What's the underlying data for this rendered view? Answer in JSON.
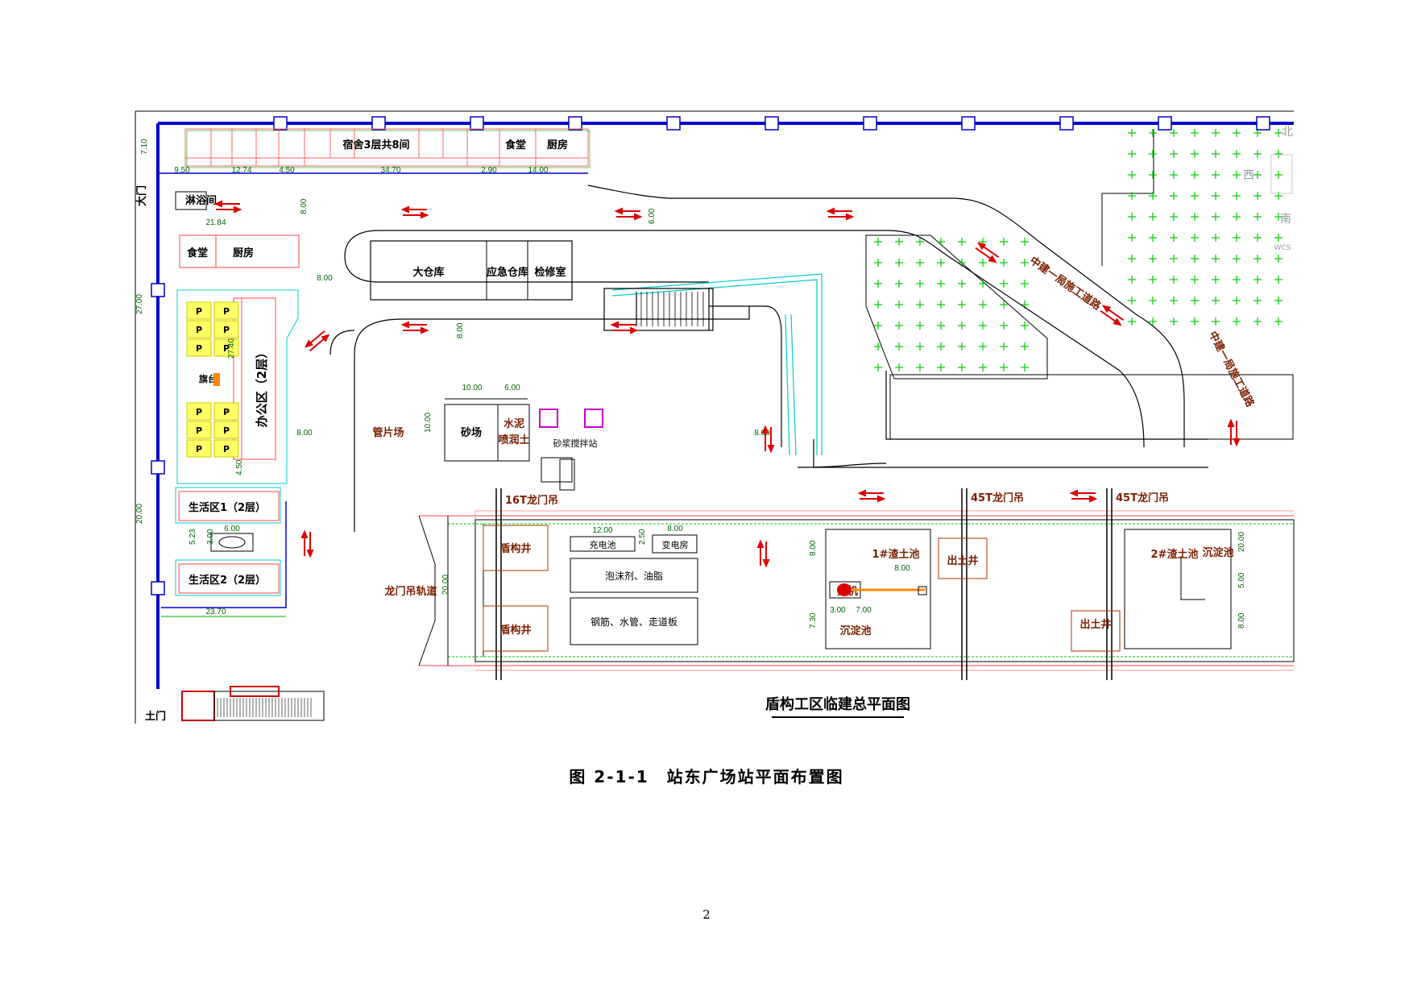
{
  "drawing": {
    "title": "盾构工区临建总平面图",
    "north_labels": {
      "north": "北",
      "west": "西",
      "south": "南",
      "wcs": "WCS"
    },
    "gates": {
      "main_gate": "大门",
      "earth_gate": "土门"
    },
    "areas": {
      "warehouse": "大仓库",
      "emergency_store": "应急仓库",
      "maintenance_room": "检修室",
      "canteen_top": "食堂",
      "kitchen_top": "厨房",
      "dormitory": "宿舍3层共8间",
      "canteen_left": "食堂",
      "kitchen_left": "厨房",
      "wash_room": "淋浴间",
      "office": "办公区（2层）",
      "flag": "旗台",
      "living1": "生活区1（2层）",
      "living2": "生活区2（2层）",
      "segment_yard": "管片场",
      "sand_yard": "砂场",
      "cement": "水泥",
      "cement2": "喷润土",
      "mortar_station": "砂浆搅拌站",
      "crane16": "16T龙门吊",
      "crane45a": "45T龙门吊",
      "crane45b": "45T龙门吊",
      "crane_track": "龙门吊轨道",
      "shield_well1": "盾构井",
      "shield_well2": "盾构井",
      "charging_pool": "充电池",
      "substation": "变电房",
      "foam_area": "泡沫剂、油脂",
      "steel_area": "钢筋、水管、走道板",
      "muck_pool1": "1#渣土池",
      "muck_pool2": "2#渣土池",
      "excavator": "挖机",
      "settle_pool1": "沉淀池",
      "settle_pool2": "沉淀池",
      "exit_well1": "出土井",
      "exit_well2": "出土井",
      "road_label1": "中建一局施工道路",
      "road_label2": "中建一局施工道路",
      "parking": "P"
    },
    "dims": [
      "7.10",
      "9.50",
      "12.74",
      "4.50",
      "34.70",
      "2.90",
      "14.00",
      "8.00",
      "21.84",
      "8.00",
      "6.00",
      "8.00",
      "8.00",
      "27.00",
      "8.00",
      "8.00",
      "20.00",
      "23.70",
      "6.00",
      "5.23",
      "3.00",
      "10.00",
      "6.00",
      "10.00",
      "12.00",
      "2.50",
      "8.00",
      "8.00",
      "20.00",
      "3.00",
      "7.00",
      "7.30",
      "8.00",
      "5.00",
      "8.00",
      "20.00",
      "4.50",
      "27.40"
    ]
  },
  "caption": "图 2-1-1　站东广场站平面布置图",
  "page_number": "2",
  "colors": {
    "wall": "#0000cc",
    "road": "#000000",
    "crane_text": "#7a1f00",
    "dim": "#006600",
    "green_plus": "#00cc00",
    "red_rect": "#cc0000",
    "cyan": "#00cccc"
  }
}
